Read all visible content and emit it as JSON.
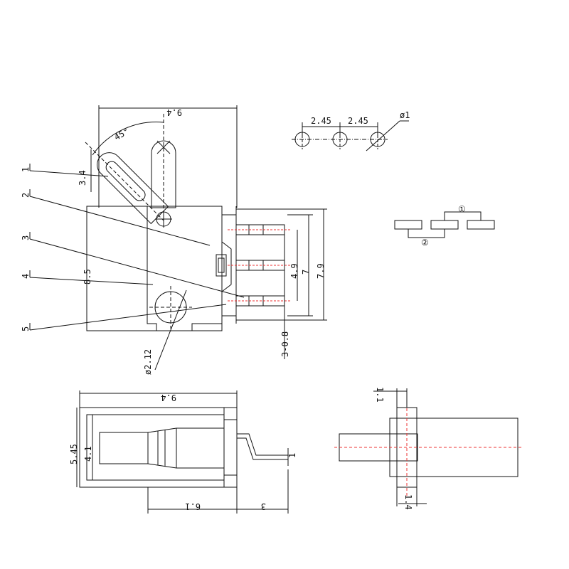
{
  "mounting": {
    "title": "",
    "pitch_left": "2.45",
    "pitch_right": "2.45",
    "hole_dia": "ø1"
  },
  "schematic": {
    "title": "",
    "node_1": "①",
    "node_2": "②"
  },
  "front_view": {
    "width": "9.4",
    "angle": "45°",
    "slot_width": "3.4",
    "height": "8.5",
    "pin_pitch": "4.9",
    "pin_span": "7",
    "overall_span": "7.9",
    "pin_width": "3-0.8",
    "hole_dia": "ø2.12",
    "callouts": [
      "1",
      "2",
      "3",
      "4",
      "5"
    ]
  },
  "top_view": {
    "width": "9.4",
    "height": "5.45",
    "inner_height": "4.1",
    "lever_offset": "1",
    "body_length": "6.1",
    "terminal_length": "3"
  },
  "side_view": {
    "top_gap": "1.1",
    "bottom_gap": "1.4"
  },
  "watermark": {
    "characters": [
      "",
      "",
      "",
      ""
    ]
  }
}
